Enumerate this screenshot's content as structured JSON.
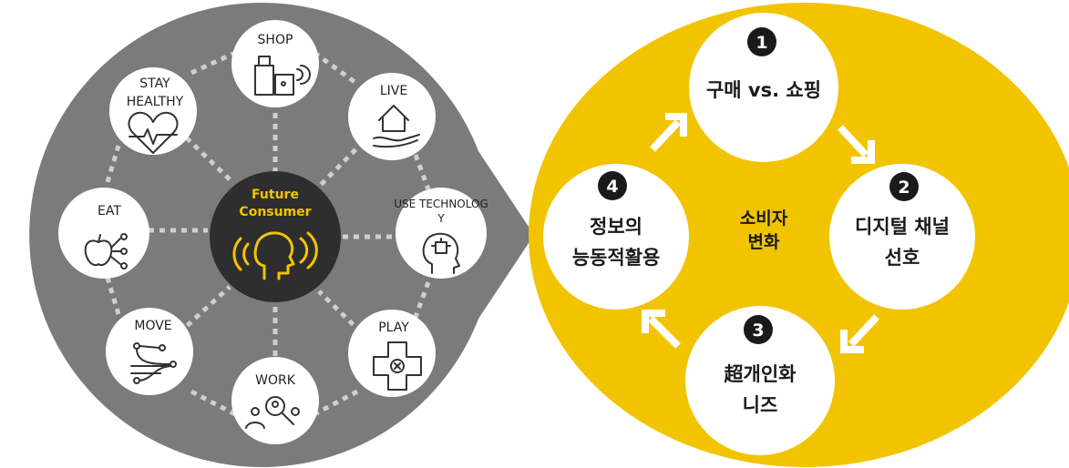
{
  "left": {
    "center": {
      "line1": "Future",
      "line2": "Consumer"
    },
    "nodes": {
      "shop": {
        "label": "SHOP"
      },
      "live": {
        "label": "LIVE"
      },
      "use_tech": {
        "line1": "USE TECHNOLOG",
        "line2": "Y"
      },
      "play": {
        "label": "PLAY"
      },
      "work": {
        "label": "WORK"
      },
      "move": {
        "label": "MOVE"
      },
      "eat": {
        "label": "EAT"
      },
      "stay_healthy": {
        "line1": "STAY",
        "line2": "HEALTHY"
      }
    },
    "icons": [
      "shopping-bag-icon",
      "house-hand-icon",
      "head-chip-icon",
      "gamepad-icon",
      "magnifier-people-icon",
      "network-route-icon",
      "apple-nodes-icon",
      "heart-pulse-icon",
      "head-sound-icon"
    ]
  },
  "right": {
    "center": {
      "line1": "소비자",
      "line2": "변화"
    },
    "steps": [
      {
        "num": "1",
        "line1": "구매 vs. 쇼핑",
        "line2": ""
      },
      {
        "num": "2",
        "line1": "디지털 채널",
        "line2": "선호"
      },
      {
        "num": "3",
        "line1": "超개인화",
        "line2": "니즈"
      },
      {
        "num": "4",
        "line1": "정보의",
        "line2": "능동적활용"
      }
    ]
  },
  "colors": {
    "gray_panel": "#7b7b7b",
    "center_dark": "#2e2e2e",
    "accent_yellow": "#f2c400",
    "white": "#ffffff"
  }
}
